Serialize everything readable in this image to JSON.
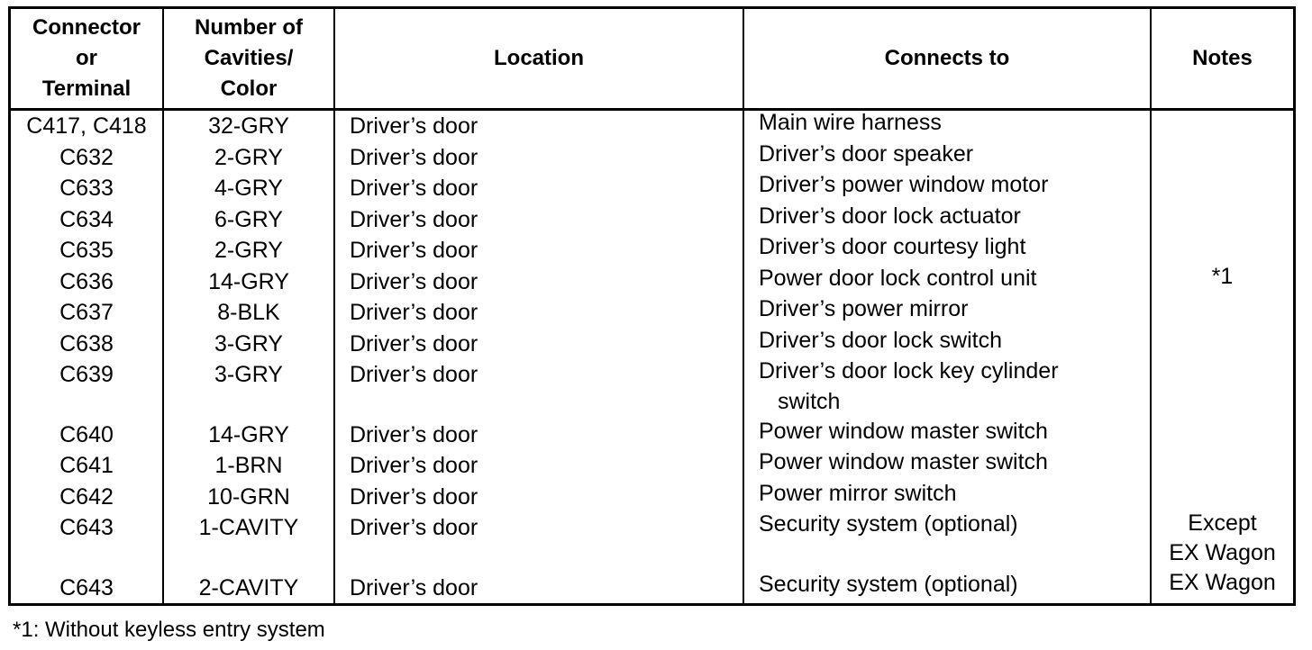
{
  "headers": {
    "connector": [
      "Connector",
      "or",
      "Terminal"
    ],
    "cavities": [
      "Number of",
      "Cavities/",
      "Color"
    ],
    "location": "Location",
    "connects": "Connects to",
    "notes": "Notes"
  },
  "rows": [
    {
      "connector": "C417, C418",
      "cavities": "32-GRY",
      "location": "Driver’s door",
      "connects": [
        "Main wire harness"
      ]
    },
    {
      "connector": "C632",
      "cavities": "2-GRY",
      "location": "Driver’s door",
      "connects": [
        "Driver’s door speaker"
      ]
    },
    {
      "connector": "C633",
      "cavities": "4-GRY",
      "location": "Driver’s door",
      "connects": [
        "Driver’s power window motor"
      ]
    },
    {
      "connector": "C634",
      "cavities": "6-GRY",
      "location": "Driver’s door",
      "connects": [
        "Driver’s door lock actuator"
      ]
    },
    {
      "connector": "C635",
      "cavities": "2-GRY",
      "location": "Driver’s door",
      "connects": [
        "Driver’s door courtesy light"
      ]
    },
    {
      "connector": "C636",
      "cavities": "14-GRY",
      "location": "Driver’s door",
      "connects": [
        "Power door lock control unit"
      ]
    },
    {
      "connector": "C637",
      "cavities": "8-BLK",
      "location": "Driver’s door",
      "connects": [
        "Driver’s power mirror"
      ]
    },
    {
      "connector": "C638",
      "cavities": "3-GRY",
      "location": "Driver’s door",
      "connects": [
        "Driver’s door lock switch"
      ]
    },
    {
      "connector": "C639",
      "cavities": "3-GRY",
      "location": "Driver’s door",
      "connects": [
        "Driver’s door lock key cylinder",
        "switch"
      ]
    },
    {
      "connector": "C640",
      "cavities": "14-GRY",
      "location": "Driver’s door",
      "connects": [
        "Power window master switch"
      ]
    },
    {
      "connector": "C641",
      "cavities": "1-BRN",
      "location": "Driver’s door",
      "connects": [
        "Power window master switch"
      ]
    },
    {
      "connector": "C642",
      "cavities": "10-GRN",
      "location": "Driver’s door",
      "connects": [
        "Power mirror switch"
      ]
    },
    {
      "connector": "C643",
      "cavities": "1-CAVITY",
      "location": "Driver’s door",
      "connects": [
        "Security system (optional)"
      ]
    },
    {
      "connector": "C643",
      "cavities": "2-CAVITY",
      "location": "Driver’s door",
      "connects": [
        "Security system (optional)"
      ]
    }
  ],
  "notes": {
    "group_note": "*1",
    "except_line1": "Except",
    "except_line2": "EX Wagon",
    "ex_wagon": "EX Wagon"
  },
  "footnote": "*1: Without keyless entry system"
}
